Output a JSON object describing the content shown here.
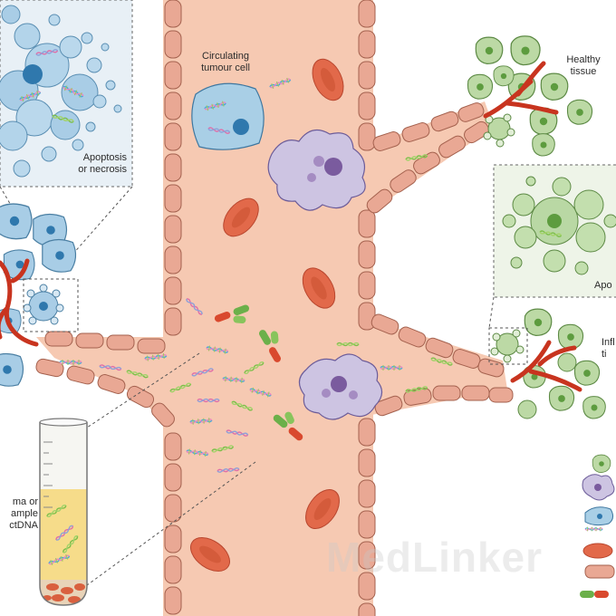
{
  "labels": {
    "circulating_tumour_cell": "Circulating\ntumour cell",
    "healthy_tissue": "Healthy\ntissue",
    "apoptosis_necrosis": "Apoptosis\nor necrosis",
    "apo_right": "Apo",
    "inflamed_tissue": "Infl\nti",
    "plasma_sample": "ma or\nample\nctDNA"
  },
  "watermark": "MedLinker",
  "colors": {
    "vessel": "#f4c4ac",
    "vessel_wall": "#c98876",
    "red_cell": "#e06a4a",
    "tumour_cell": "#a9cfe6",
    "healthy_cell": "#b9d8a4",
    "immune_cell": "#c9bfdc",
    "inset_bg_blue": "#e9f1f6",
    "inset_bg_green": "#eef4e8"
  }
}
